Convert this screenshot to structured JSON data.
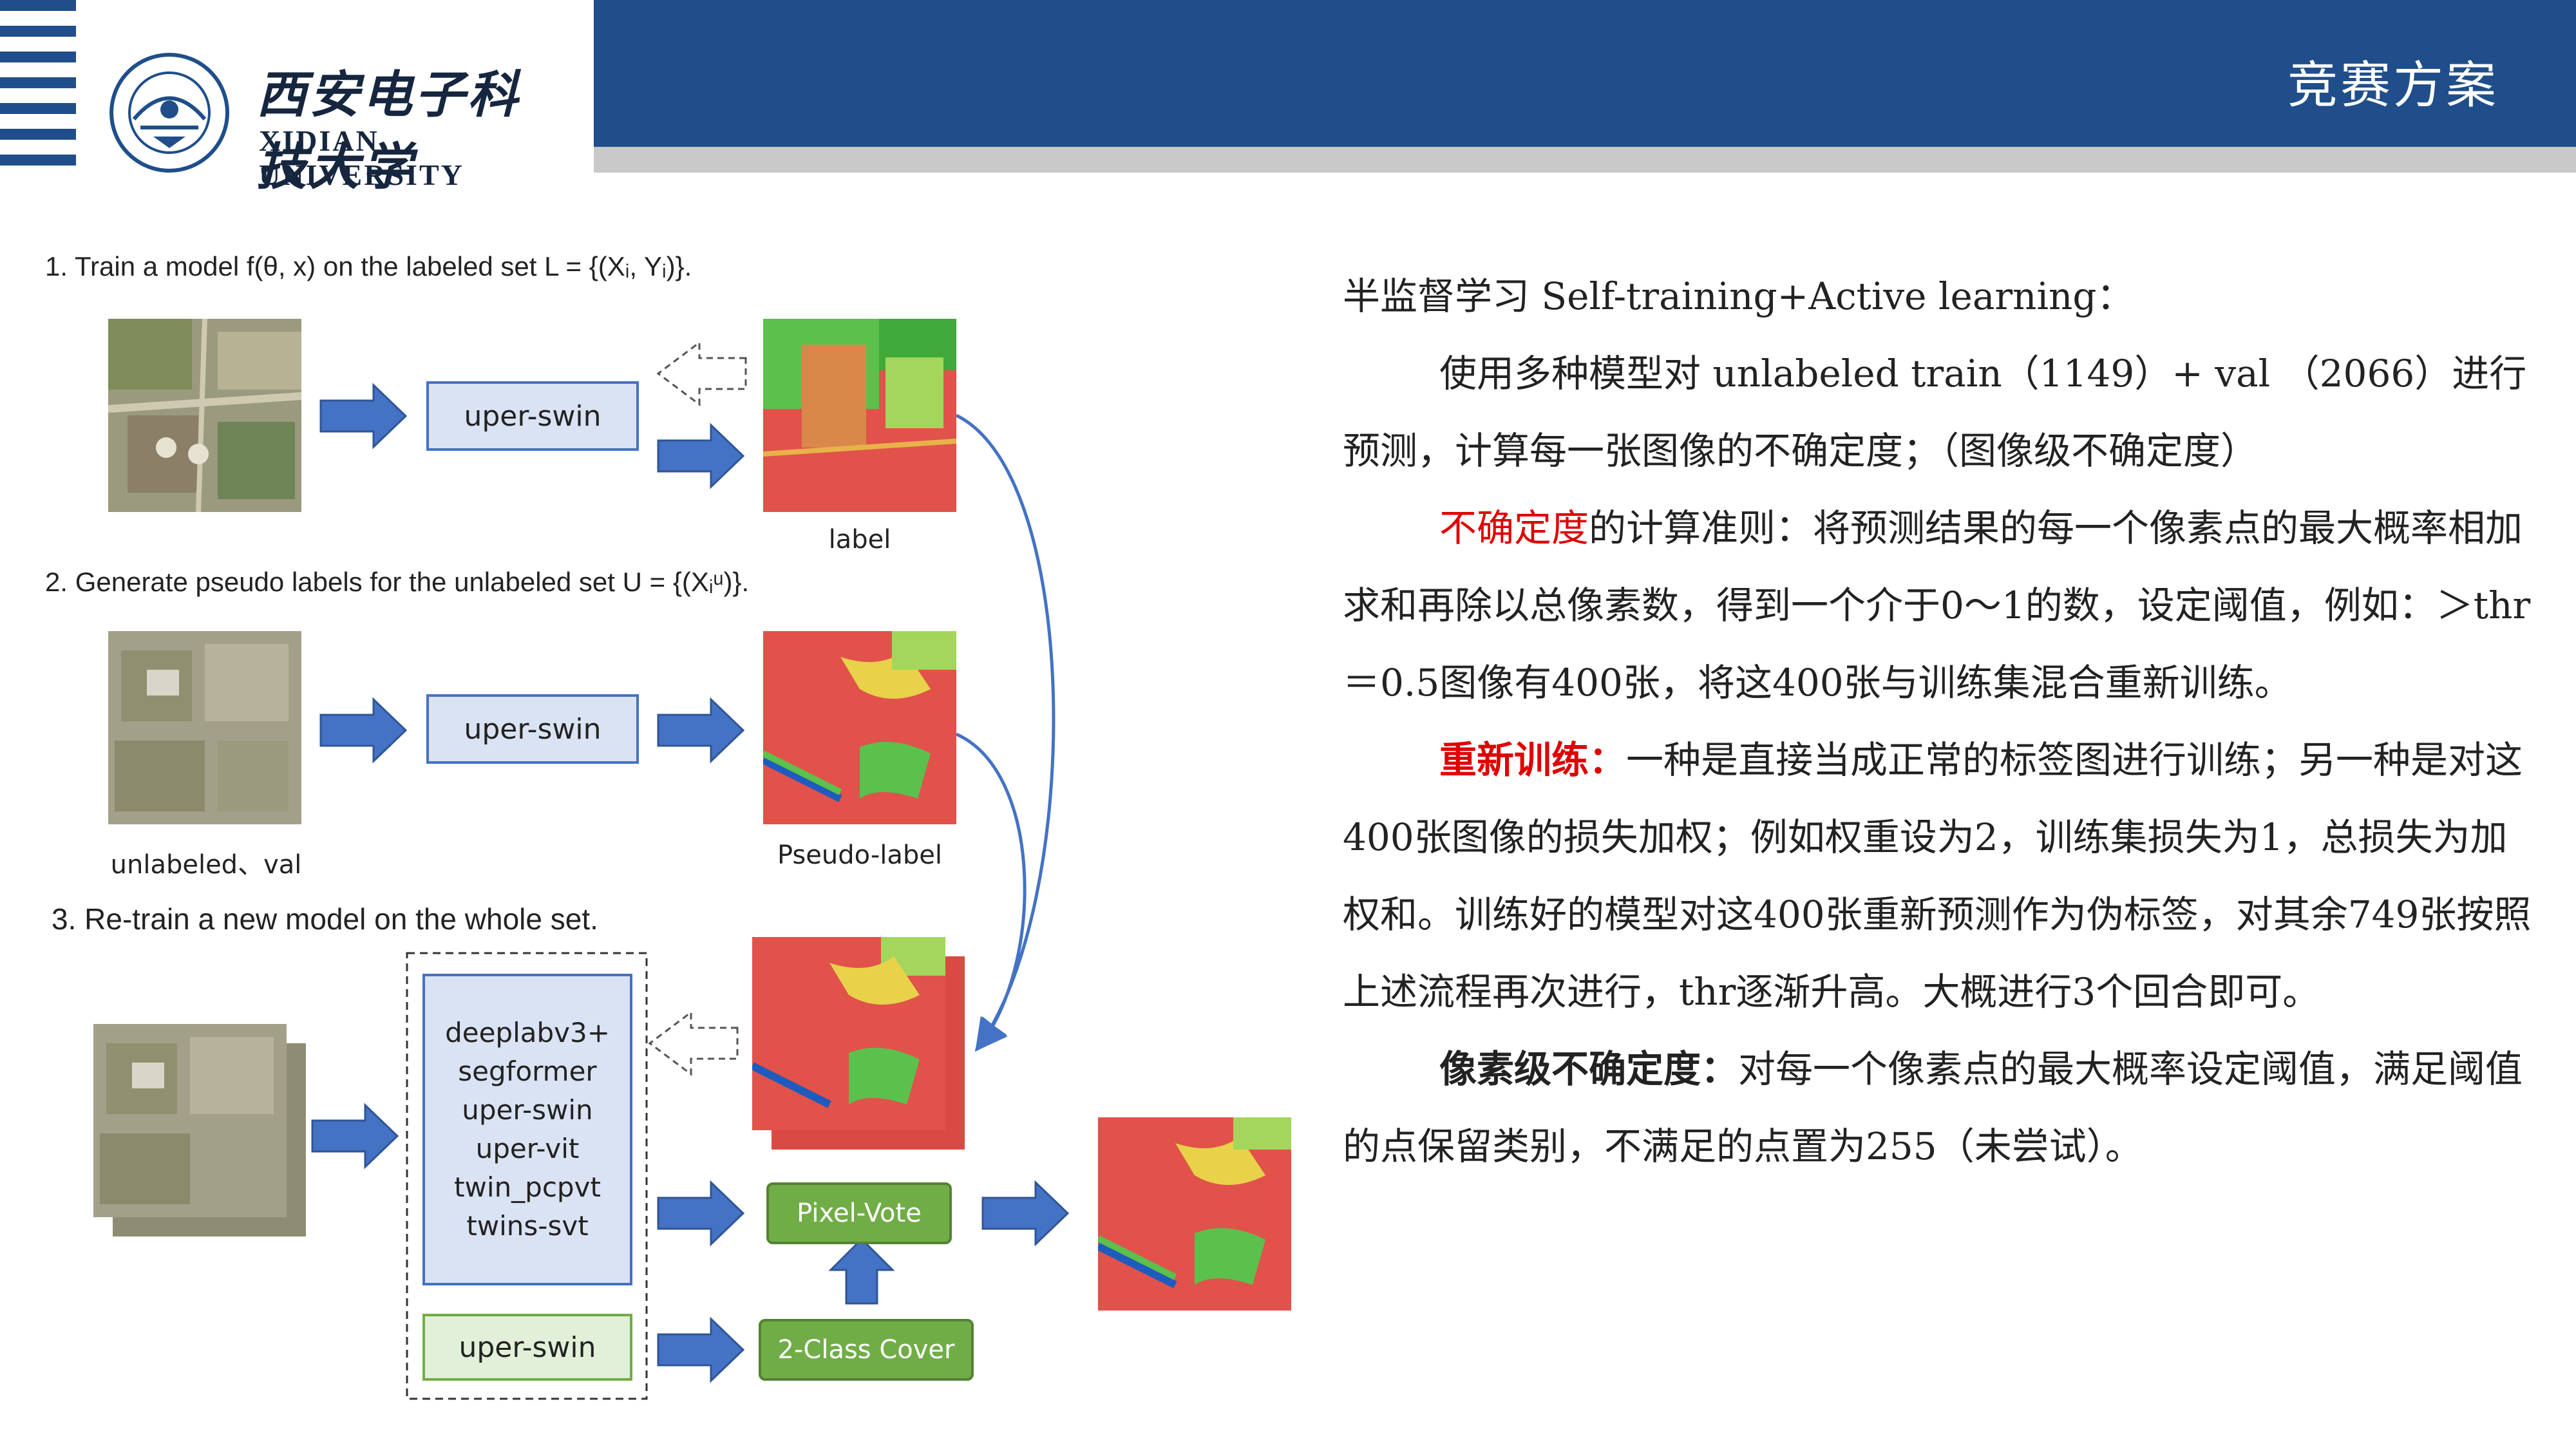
{
  "header": {
    "university_cn": "西安电子科技大学",
    "university_en": "XIDIAN UNIVERSITY",
    "title": "竞赛方案"
  },
  "diagram": {
    "step1": "1. Train a model f(θ, x) on the labeled set L = {(Xᵢ, Yᵢ)}.",
    "step2": "2. Generate pseudo labels for the unlabeled set U = {(Xᵢᵘ)}.",
    "step3": "3. Re-train a new model on the whole set.",
    "model_box_1": "uper-swin",
    "model_box_2": "uper-swin",
    "ensemble_models": [
      "deeplabv3+",
      "segformer",
      "uper-swin",
      "uper-vit",
      "twin_pcpvt",
      "twins-svt"
    ],
    "model_box_3": "uper-swin",
    "pixel_vote": "Pixel-Vote",
    "class_cover": "2-Class Cover",
    "caption_label": "label",
    "caption_unlabeled": "unlabeled、val",
    "caption_pseudo": "Pseudo-label"
  },
  "text": {
    "heading": "半监督学习 Self-training+Active learning：",
    "p1": "使用多种模型对 unlabeled train（1149）+ val （2066）进行预测，计算每一张图像的不确定度；（图像级不确定度）",
    "p2_red": "不确定度",
    "p2_rest": "的计算准则：将预测结果的每一个像素点的最大概率相加求和再除以总像素数，得到一个介于0～1的数，设定阈值，例如：＞thr＝0.5图像有400张，将这400张与训练集混合重新训练。",
    "p3_red": "重新训练：",
    "p3_rest": "一种是直接当成正常的标签图进行训练；另一种是对这400张图像的损失加权；例如权重设为2，训练集损失为1，总损失为加权和。训练好的模型对这400张重新预测作为伪标签，对其余749张按照上述流程再次进行，thr逐渐升高。大概进行3个回合即可。",
    "p4_bold": "像素级不确定度：",
    "p4_rest": "对每一个像素点的最大概率设定阈值，满足阈值的点保留类别，不满足的点置为255（未尝试）。"
  },
  "colors": {
    "brand_blue": "#1f4e8a",
    "arrow_blue": "#4472c4",
    "highlight_red": "#e00000",
    "green": "#70ad47"
  }
}
